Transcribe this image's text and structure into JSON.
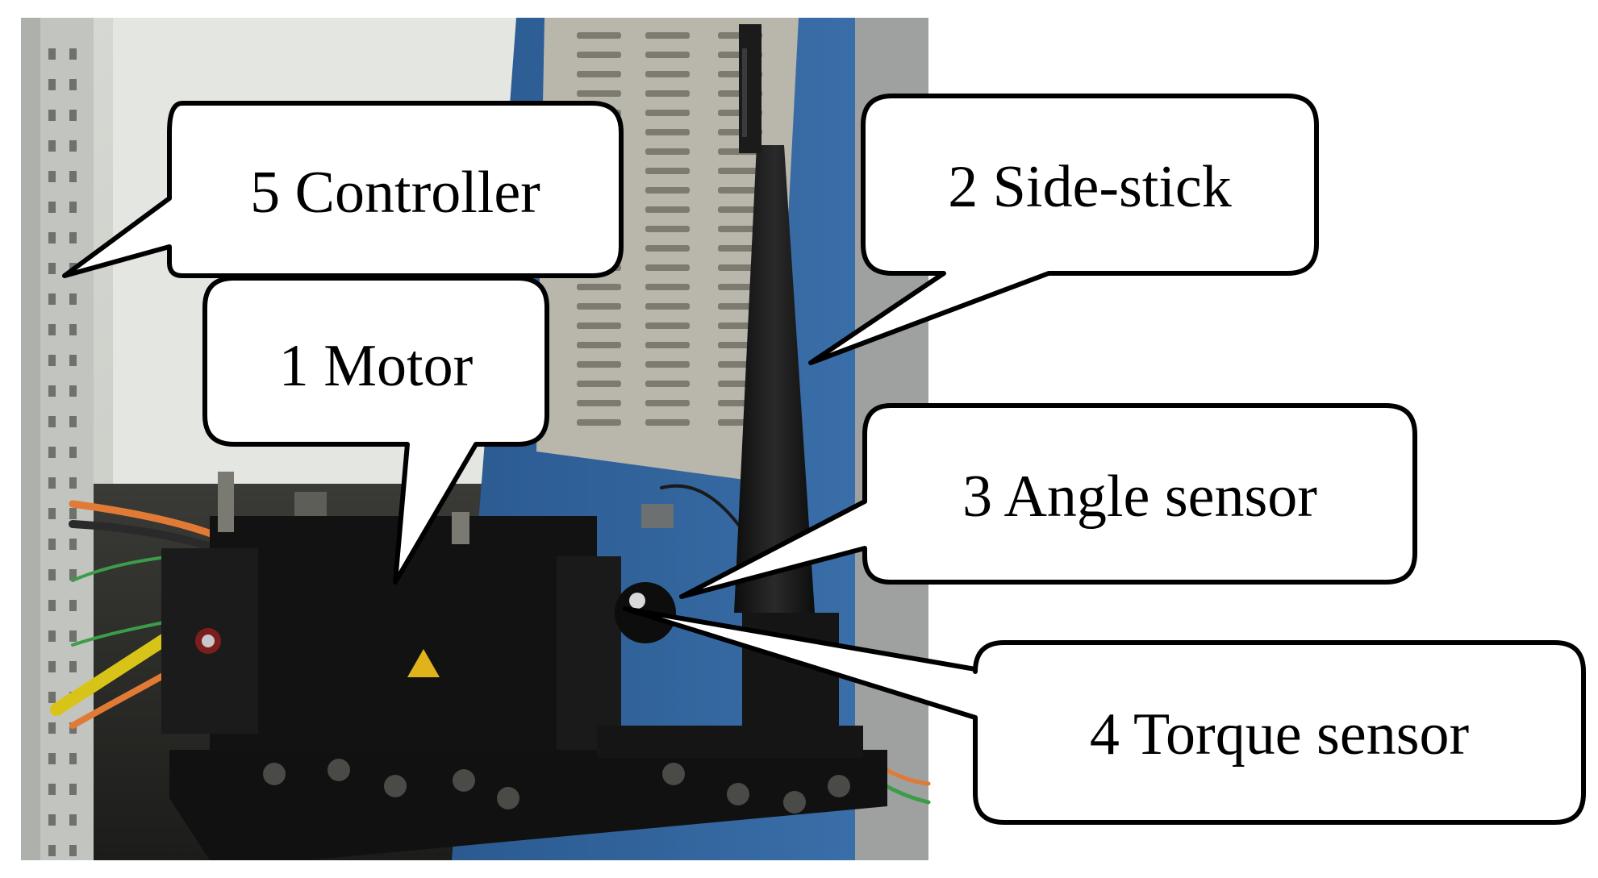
{
  "figure": {
    "callouts": {
      "controller": "5 Controller",
      "motor": "1 Motor",
      "side_stick": "2 Side-stick",
      "angle_sensor": "3 Angle sensor",
      "torque_sensor": "4 Torque sensor"
    },
    "colors": {
      "background": "#ffffff",
      "wall": "#c9cbc6",
      "blue_cabinet": "#2f5f96",
      "cabinet_panel": "#b9b6ac",
      "dark_hardware": "#121212",
      "orange_cable": "#e07a35",
      "yellow_cable": "#d8c419",
      "green_cable": "#3d9c4a",
      "callout_fill": "#ffffff",
      "callout_stroke": "#000000"
    }
  }
}
